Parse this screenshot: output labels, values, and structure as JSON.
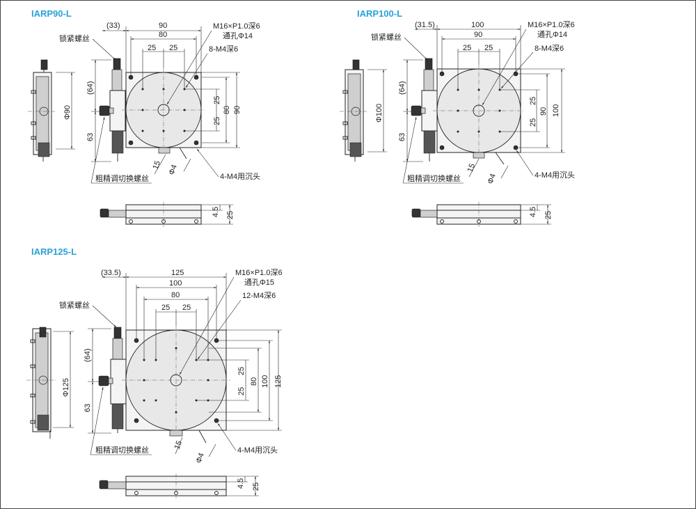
{
  "colors": {
    "title": "#2aa1d8",
    "line": "#222222",
    "plate": "#f4f4f4",
    "disc": "#e8e8e8"
  },
  "stages": [
    {
      "model": "IARP90-L",
      "offset": "(33)",
      "plate_width": "90",
      "pattern_width": "80",
      "half_a": "25",
      "half_b": "25",
      "thread": "M16×P1.0深6",
      "through": "通孔Φ14",
      "holes": "8-M4深6",
      "lock_screw": "锁紧螺丝",
      "height_upper": "(64)",
      "height_lower": "63",
      "diameter": "Φ90",
      "right_small_a": "25",
      "right_small_b": "25",
      "right_mid": "80",
      "right_big": "90",
      "depth": "15",
      "phi4": "Φ4",
      "countersink": "4-M4用沉头",
      "coarse_fine": "粗精调切换螺丝",
      "side_small": "4.5",
      "side_big": "25"
    },
    {
      "model": "IARP100-L",
      "offset": "(31.5)",
      "plate_width": "100",
      "pattern_width": "90",
      "half_a": "25",
      "half_b": "25",
      "thread": "M16×P1.0深6",
      "through": "通孔Φ14",
      "holes": "8-M4深6",
      "lock_screw": "锁紧螺丝",
      "height_upper": "(64)",
      "height_lower": "63",
      "diameter": "Φ100",
      "right_small_a": "25",
      "right_small_b": "25",
      "right_mid": "90",
      "right_big": "100",
      "depth": "15",
      "phi4": "Φ4",
      "countersink": "4-M4用沉头",
      "coarse_fine": "粗精调切换螺丝",
      "side_small": "4.5",
      "side_big": "25"
    },
    {
      "model": "IARP125-L",
      "offset": "(33.5)",
      "plate_width": "125",
      "pattern_width": "100",
      "pattern_inner": "80",
      "half_a": "25",
      "half_b": "25",
      "thread": "M16×P1.0深6",
      "through": "通孔Φ15",
      "holes": "12-M4深6",
      "lock_screw": "锁紧螺丝",
      "height_upper": "(64)",
      "height_lower": "63",
      "diameter": "Φ125",
      "right_small_a": "25",
      "right_small_b": "25",
      "right_mid": "80",
      "right_big_a": "100",
      "right_big_b": "125",
      "depth": "15",
      "phi4": "Φ4",
      "countersink": "4-M4用沉头",
      "coarse_fine": "粗精调切换螺丝",
      "side_small": "4.5",
      "side_big": "25"
    }
  ]
}
